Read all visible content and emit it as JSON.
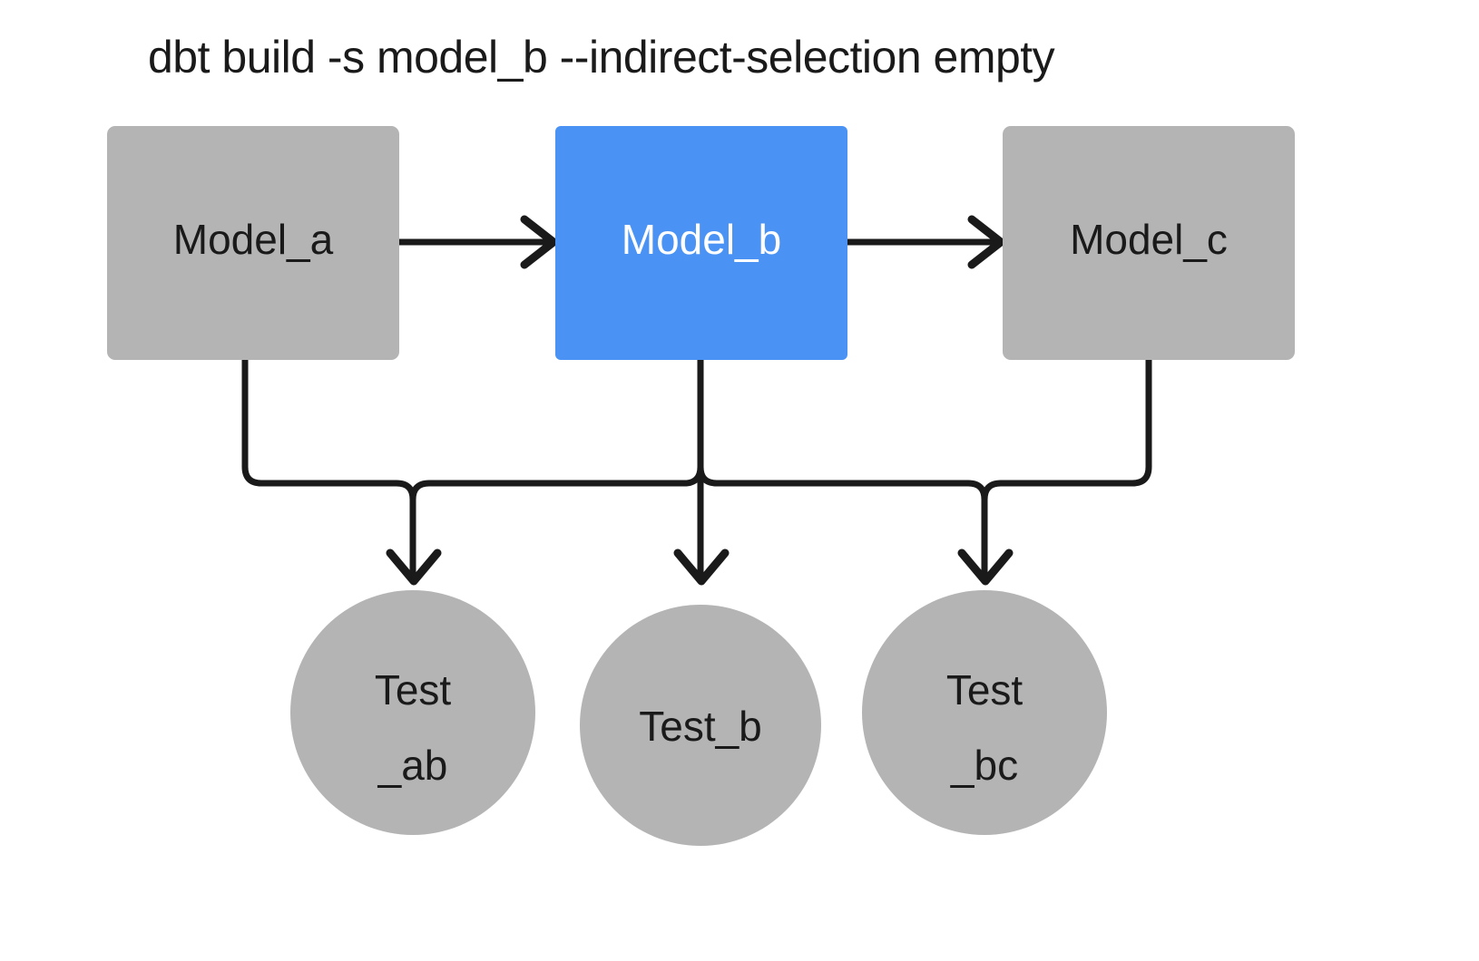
{
  "diagram": {
    "title": "dbt build -s model_b --indirect-selection empty",
    "background_color": "#ffffff",
    "colors": {
      "node_default": "#b4b4b4",
      "node_selected": "#4a93f5",
      "edge": "#1a1a1a",
      "label_dark": "#1a1a1a",
      "label_light": "#ffffff"
    },
    "models": [
      {
        "id": "model_a",
        "label": "Model_a",
        "shape": "rectangle",
        "fill": "#b4b4b4",
        "text_color": "#1a1a1a",
        "selected": false
      },
      {
        "id": "model_b",
        "label": "Model_b",
        "shape": "rectangle",
        "fill": "#4a93f5",
        "text_color": "#ffffff",
        "selected": true
      },
      {
        "id": "model_c",
        "label": "Model_c",
        "shape": "rectangle",
        "fill": "#b4b4b4",
        "text_color": "#1a1a1a",
        "selected": false
      }
    ],
    "tests": [
      {
        "id": "test_ab",
        "label": "Test_ab",
        "line1": "Test",
        "line2": "_ab",
        "shape": "circle",
        "fill": "#b4b4b4",
        "text_color": "#1a1a1a",
        "selected": false
      },
      {
        "id": "test_b",
        "label": "Test_b",
        "line1": "Test_b",
        "line2": "",
        "shape": "circle",
        "fill": "#b4b4b4",
        "text_color": "#1a1a1a",
        "selected": false
      },
      {
        "id": "test_bc",
        "label": "Test_bc",
        "line1": "Test",
        "line2": "_bc",
        "shape": "circle",
        "fill": "#b4b4b4",
        "text_color": "#1a1a1a",
        "selected": false
      }
    ],
    "edges": [
      {
        "from": "model_a",
        "to": "model_b",
        "kind": "horizontal"
      },
      {
        "from": "model_b",
        "to": "model_c",
        "kind": "horizontal"
      },
      {
        "from": "model_a",
        "to": "test_ab",
        "kind": "elbow"
      },
      {
        "from": "model_b",
        "to": "test_ab",
        "kind": "elbow"
      },
      {
        "from": "model_b",
        "to": "test_b",
        "kind": "straight"
      },
      {
        "from": "model_b",
        "to": "test_bc",
        "kind": "elbow"
      },
      {
        "from": "model_c",
        "to": "test_bc",
        "kind": "elbow"
      }
    ]
  }
}
